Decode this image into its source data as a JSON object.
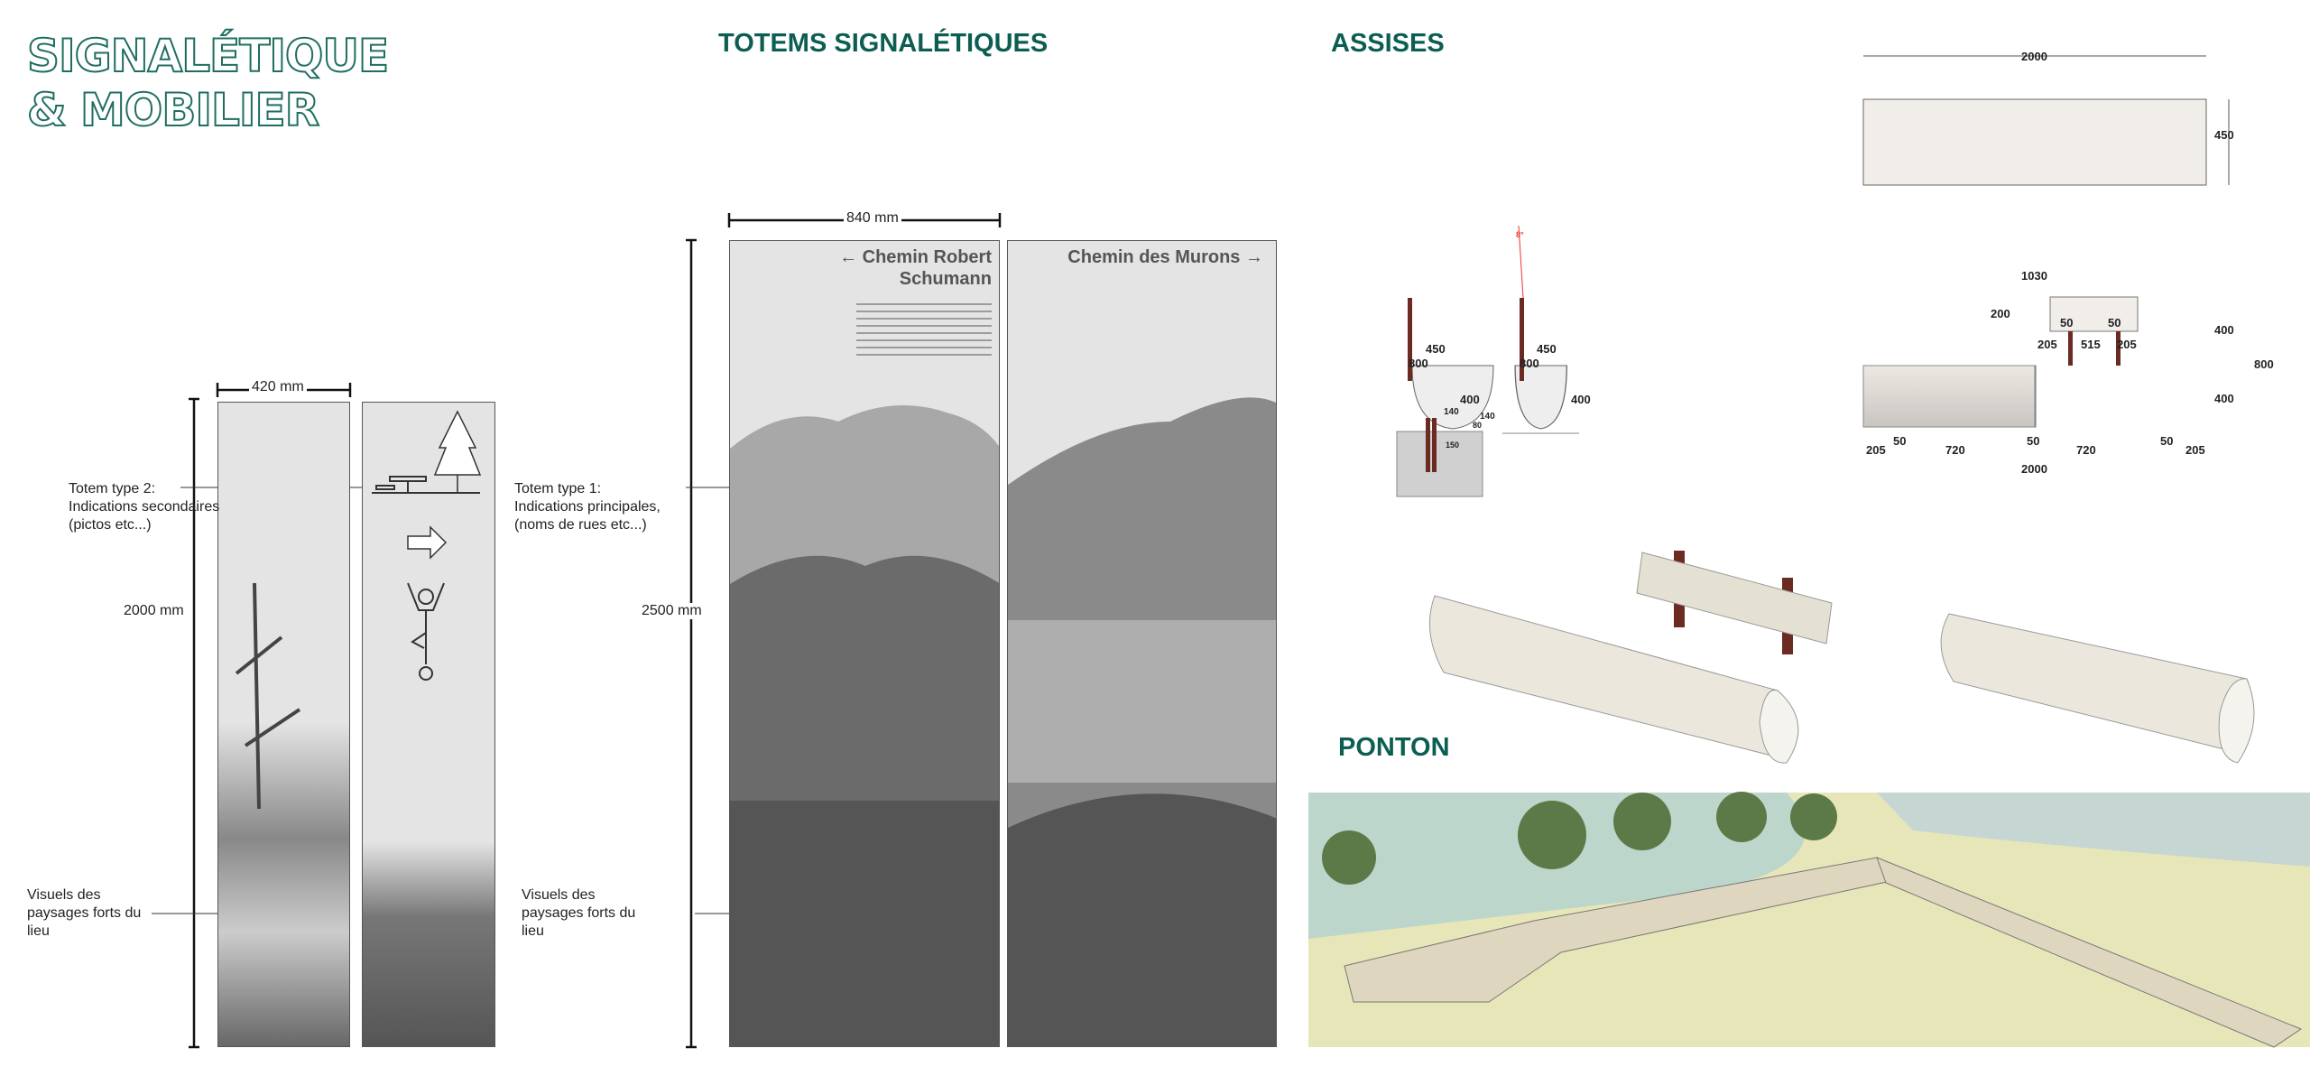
{
  "title": {
    "line1": "SIGNALÉTIQUE",
    "line2": "& MOBILIER"
  },
  "sections": {
    "totems": "TOTEMS SIGNALÉTIQUES",
    "assises": "ASSISES",
    "ponton": "PONTON"
  },
  "totem_type2": {
    "width_dim": "420 mm",
    "height_dim": "2000 mm",
    "label": "Totem type 2:\nIndications secondaires\n(pictos etc...)",
    "visual_label": "Visuels des\npaysages forts du\nlieu",
    "icons": [
      "tree-icon",
      "picnic-table-icon",
      "arrow-right-icon",
      "yoga-figure-icon"
    ]
  },
  "totem_type1": {
    "width_dim": "840 mm",
    "height_dim": "2500 mm",
    "label": "Totem type 1:\nIndications principales,\n(noms de rues etc...)",
    "visual_label": "Visuels des\npaysages forts du\nlieu",
    "left_panel_text": "← Chemin Robert\nSchumann",
    "right_panel_text": "Chemin des Murons →"
  },
  "assises": {
    "plan": {
      "length": "2000",
      "depth": "450"
    },
    "section_a": {
      "height": "800",
      "width": "450",
      "seat": "400",
      "post": "140",
      "d80": "80",
      "d150": "150"
    },
    "section_b": {
      "height": "800",
      "width": "450",
      "seat": "400",
      "angle": "8°"
    },
    "elevation": {
      "back_width": "1030",
      "back_height": "200",
      "post_a": "50",
      "post_b": "50",
      "side_left": "205",
      "mid": "515",
      "side_right": "205",
      "right_top": "400",
      "right_total": "800",
      "right_bottom": "400",
      "leg1": "50",
      "leg2": "50",
      "leg3": "50",
      "seg_l": "205",
      "seg_1": "720",
      "seg_2": "720",
      "seg_r": "205",
      "total": "2000"
    }
  },
  "colors": {
    "teal": "#0d5e52",
    "outline": "#1f6e62",
    "post": "#6b2a22",
    "bench": "#ebe7dc"
  }
}
